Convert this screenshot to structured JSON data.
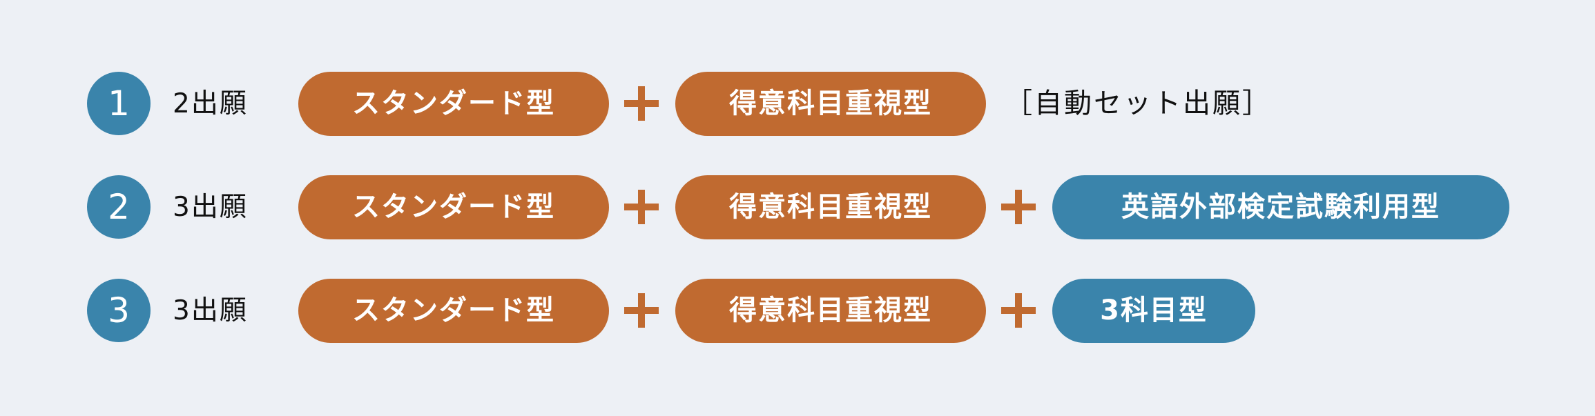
{
  "colors": {
    "background": "#edf0f5",
    "orange": "#c06a30",
    "blue": "#3a84ab",
    "text": "#111111"
  },
  "rows": [
    {
      "number": "1",
      "count_label": "2出願",
      "pill_1": "スタンダード型",
      "pill_2": "得意科目重視型",
      "note": "［自動セット出願］"
    },
    {
      "number": "2",
      "count_label": "3出願",
      "pill_1": "スタンダード型",
      "pill_2": "得意科目重視型",
      "pill_3": "英語外部検定試験利用型"
    },
    {
      "number": "3",
      "count_label": "3出願",
      "pill_1": "スタンダード型",
      "pill_2": "得意科目重視型",
      "pill_3": "3科目型"
    }
  ]
}
